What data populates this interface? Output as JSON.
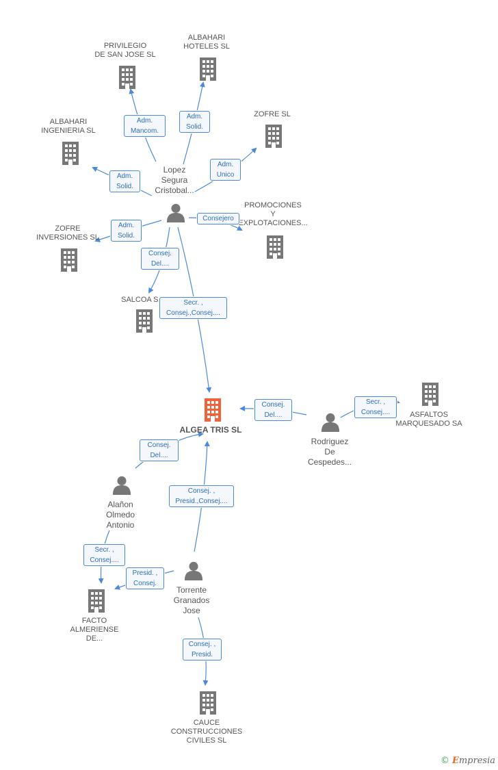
{
  "colors": {
    "edge": "#4a89dc",
    "node": "#777777",
    "main": "#f0623a"
  },
  "companies": {
    "privilegio": "PRIVILEGIO\nDE SAN JOSE SL",
    "albahari_hoteles": "ALBAHARI\nHOTELES SL",
    "zofre_sl": "ZOFRE SL",
    "albahari_ingenieria": "ALBAHARI\nINGENIERIA  SL",
    "promociones": "PROMOCIONES\nY\nEXPLOTACIONES...",
    "zofre_inversiones": "ZOFRE\nINVERSIONES SL",
    "salcoa": "SALCOA SA",
    "algea": "ALGEA TRIS SL",
    "asfaltos": "ASFALTOS\nMARQUESADO SA",
    "facto": "FACTO\nALMERIENSE\nDE...",
    "cauce": "CAUCE\nCONSTRUCCIONES\nCIVILES SL"
  },
  "persons": {
    "lopez": "Lopez\nSegura\nCristobal...",
    "rodriguez": "Rodriguez\nDe\nCespedes...",
    "alanon": "Alañon\nOlmedo\nAntonio",
    "torrente": "Torrente\nGranados\nJose"
  },
  "roles": {
    "r1": "Adm.\nMancom.",
    "r2": "Adm.\nSolid.",
    "r3": "Adm.\nUnico",
    "r4": "Adm.\nSolid.",
    "r5": "Consejero",
    "r6": "Adm.\nSolid.",
    "r7": "Consej.\nDel....",
    "r8": "Secr. ,\nConsej.,Consej....",
    "r9": "Consej.\nDel....",
    "r10": "Secr. ,\nConsej....",
    "r11": "Consej.\nDel....",
    "r12": "Consej. ,\nPresid.,Consej....",
    "r13": "Secr. ,\nConsej....",
    "r14": "Presid. ,\nConsej.",
    "r15": "Consej. ,\nPresid."
  },
  "footer": {
    "copyright": "©",
    "brand_initial": "E",
    "brand_rest": "mpresia"
  }
}
